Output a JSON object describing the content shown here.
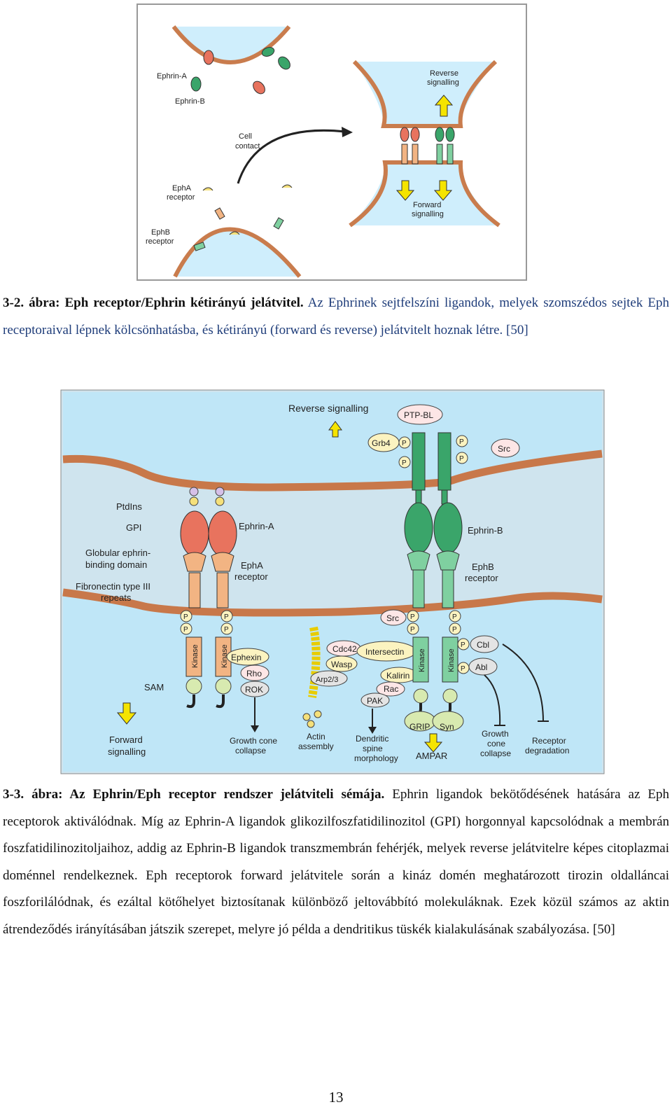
{
  "figure1": {
    "labels": {
      "ephrin_a": "Ephrin-A",
      "ephrin_b": "Ephrin-B",
      "cell_contact": "Cell\ncontact",
      "epha_receptor": "EphA\nreceptor",
      "ephb_receptor": "EphB\nreceptor",
      "reverse_signalling": "Reverse\nsignalling",
      "forward_signalling": "Forward\nsignalling"
    }
  },
  "caption1": {
    "bold": "3-2. ábra: Eph receptor/Ephrin kétirányú jelátvitel.",
    "rest": " Az Ephrinek sejtfelszíni ligandok, melyek szomszédos sejtek Eph receptoraival lépnek kölcsönhatásba, és kétirányú (forward és reverse) jelátvitelt hoznak létre. [50]"
  },
  "figure2": {
    "labels": {
      "reverse_signalling": "Reverse signalling",
      "ptp_bl": "PTP-BL",
      "grb4": "Grb4",
      "src_top": "Src",
      "ptdins": "PtdIns",
      "gpi": "GPI",
      "ephrin_a": "Ephrin-A",
      "ephrin_b": "Ephrin-B",
      "globular": "Globular ephrin-\nbinding domain",
      "epha_receptor": "EphA\nreceptor",
      "ephb_receptor": "EphB\nreceptor",
      "fibronectin": "Fibronectin type III\nrepeats",
      "p": "P",
      "kinase": "Kinase",
      "src_bottom": "Src",
      "cdc42": "Cdc42",
      "wasp": "Wasp",
      "arp": "Arp2/3",
      "intersectin": "Intersectin",
      "kalirin": "Kalirin",
      "rac": "Rac",
      "pak": "PAK",
      "ephexin": "Ephexin",
      "rho": "Rho",
      "rok": "ROK",
      "cbl": "Cbl",
      "abl": "Abl",
      "sam": "SAM",
      "grip": "GRIP",
      "syn": "Syn",
      "forward_signalling": "Forward\nsignalling",
      "growth_cone_collapse_a": "Growth cone\ncollapse",
      "actin_assembly": "Actin\nassembly",
      "dendritic_spine": "Dendritic\nspine\nmorphology",
      "ampar": "AMPAR",
      "growth_cone_collapse_b": "Growth\ncone\ncollapse",
      "receptor_degradation": "Receptor\ndegradation"
    }
  },
  "caption2": {
    "bold": "3-3. ábra: Az Ephrin/Eph receptor rendszer jelátviteli sémája.",
    "rest": " Ephrin ligandok bekötődésének hatására az Eph receptorok aktiválódnak. Míg az Ephrin-A ligandok glikozilfoszfatidilinozitol (GPI) horgonnyal kapcsolódnak a membrán foszfatidilinozitoljaihoz, addig az Ephrin-B ligandok transzmembrán fehérjék, melyek reverse jelátvitelre képes citoplazmai doménnel rendelkeznek. Eph receptorok forward jelátvitele során a kináz domén meghatározott tirozin oldalláncai foszforilálódnak, és ezáltal kötőhelyet biztosítanak különböző jeltovábbító molekuláknak. Ezek közül számos az aktin átrendeződés irányításában játszik szerepet, melyre jó példa a dendritikus tüskék kialakulásának szabályozása. [50]"
  },
  "page_number": "13",
  "colors": {
    "membrane": "#c8784a",
    "cytoplasm": "#bfe6f7",
    "ephrin_a": "#e8735e",
    "epha": "#f2b483",
    "ephrin_b": "#3aa56a",
    "ephb": "#7fd0a0",
    "arrow_yellow": "#f5e400"
  }
}
